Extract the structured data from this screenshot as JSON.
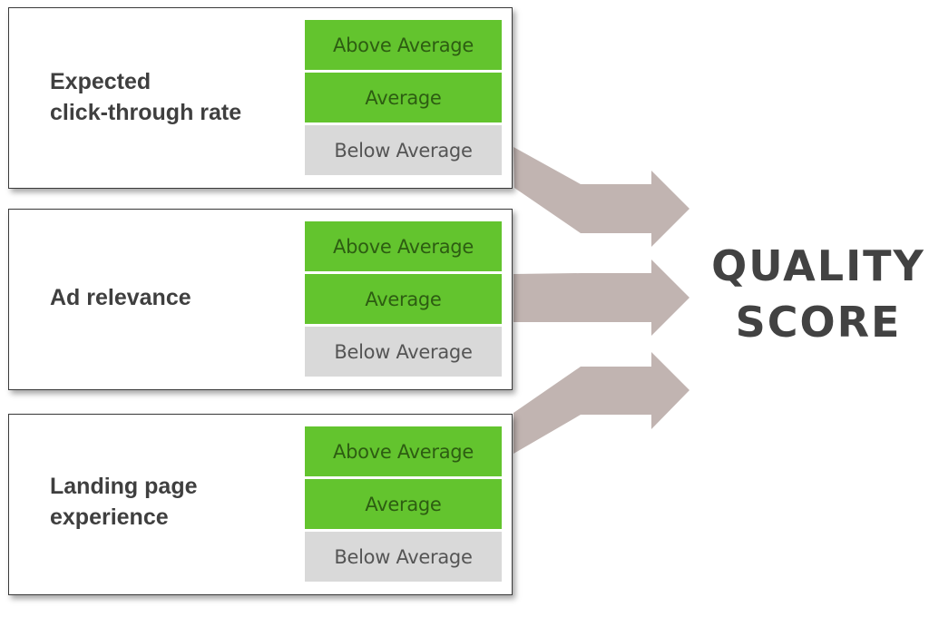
{
  "factors": [
    {
      "label": "Expected\nclick-through rate",
      "ratings": [
        "Above Average",
        "Average",
        "Below Average"
      ]
    },
    {
      "label": "Ad relevance",
      "ratings": [
        "Above Average",
        "Average",
        "Below Average"
      ]
    },
    {
      "label": "Landing page\nexperience",
      "ratings": [
        "Above Average",
        "Average",
        "Below Average"
      ]
    }
  ],
  "rating_states": [
    "active",
    "active",
    "inactive"
  ],
  "result": {
    "label": "QUALITY\nSCORE"
  },
  "colors": {
    "active_fill": "#63c42e",
    "active_text": "#2d5d12",
    "inactive_fill": "#d9d9d9",
    "inactive_text": "#555555",
    "arrow_fill": "#bcaeaa",
    "panel_border": "#3a3a3a",
    "label_text": "#3f3f3f"
  }
}
